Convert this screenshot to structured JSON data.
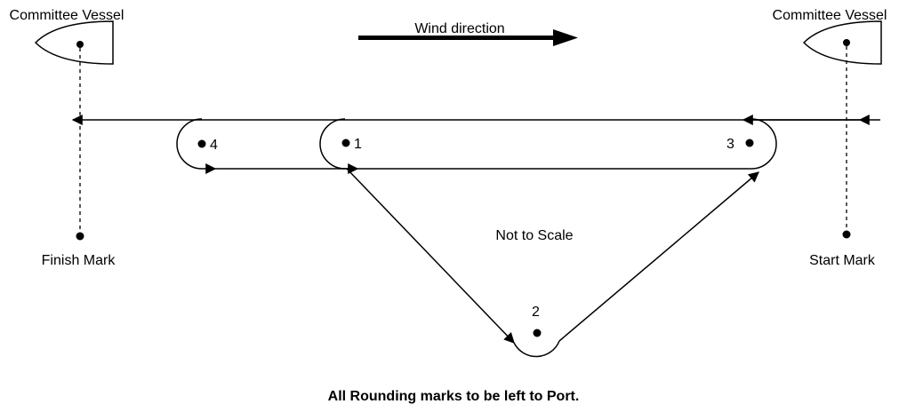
{
  "labels": {
    "committee_vessel_left": "Committee Vessel",
    "committee_vessel_right": "Committee Vessel",
    "wind_direction": "Wind direction",
    "finish_mark": "Finish Mark",
    "start_mark": "Start Mark",
    "not_to_scale": "Not to Scale",
    "footer_note": "All Rounding marks to be left to Port."
  },
  "marks": [
    "1",
    "2",
    "3",
    "4"
  ],
  "colors": {
    "ink": "#000000",
    "background": "#ffffff"
  }
}
